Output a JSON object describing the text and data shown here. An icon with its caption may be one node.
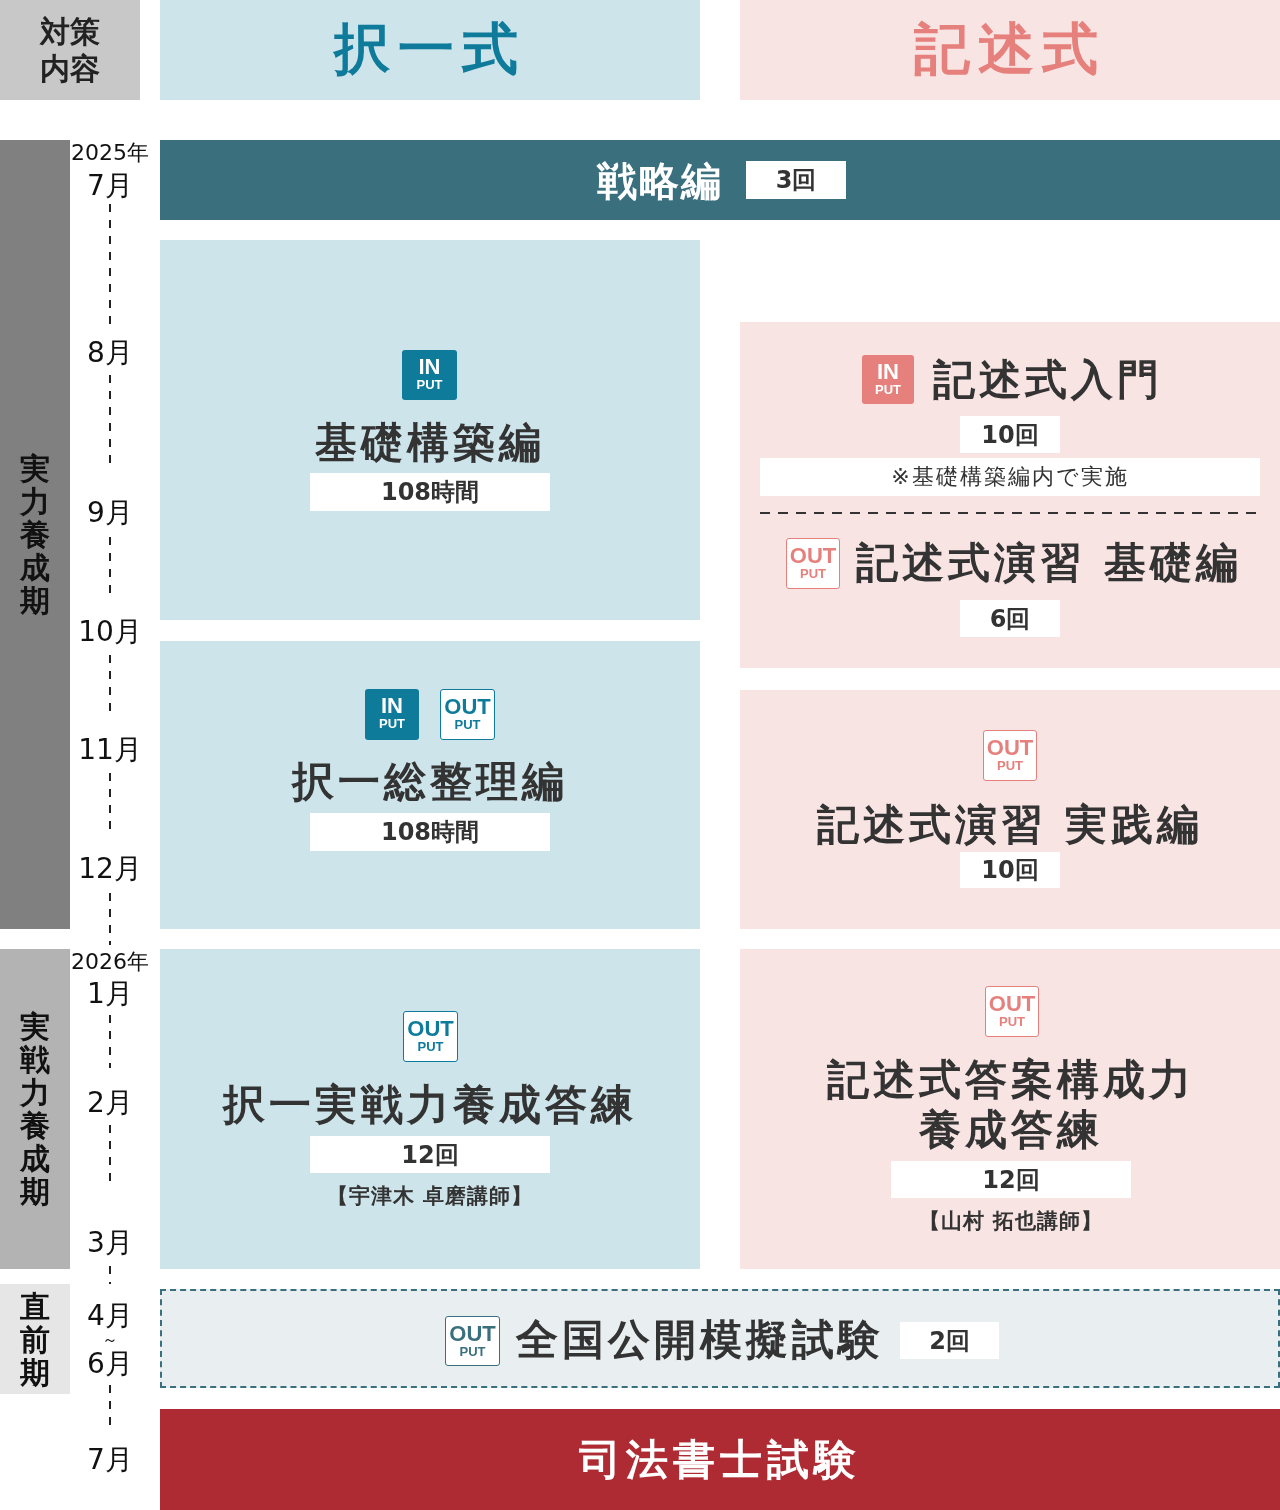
{
  "diagram": {
    "nodes": [
      {
        "text": [
          "対策内容"
        ]
      },
      {
        "text": [
          "択一式"
        ]
      },
      {
        "text": [
          "記述式"
        ]
      },
      {
        "text": [
          "実力養成期"
        ]
      },
      {
        "text": [
          "戦略編"
        ]
      },
      {
        "text": [
          "3回"
        ],
        "in": 4
      },
      {
        "text": [
          "基礎構築編"
        ]
      },
      {
        "text": [
          "IN PUT"
        ],
        "in": 6
      },
      {
        "text": [
          "108時間"
        ],
        "in": 6
      },
      {
        "text": [
          "記述式入門",
          "記述式演習 基礎編"
        ]
      },
      {
        "text": [
          "IN PUT"
        ],
        "in": 9
      },
      {
        "text": [
          "10回"
        ],
        "in": 9
      },
      {
        "text": [
          "※基礎構築編内で実施"
        ],
        "in": 9
      },
      {
        "text": [
          "OUT PUT"
        ],
        "in": 9
      },
      {
        "text": [
          "6回"
        ],
        "in": 9
      },
      {
        "text": [
          "択一総整理編"
        ]
      },
      {
        "text": [
          "IN PUT"
        ],
        "in": 15
      },
      {
        "text": [
          "OUT PUT"
        ],
        "in": 15
      },
      {
        "text": [
          "108時間"
        ],
        "in": 15
      },
      {
        "text": [
          "記述式演習 実践編"
        ]
      },
      {
        "text": [
          "OUT PUT"
        ],
        "in": 19
      },
      {
        "text": [
          "10回"
        ],
        "in": 19
      },
      {
        "text": [
          "実戦力養成期"
        ]
      },
      {
        "text": [
          "択一実戦力養成答練",
          "【宇津木 卓磨講師】"
        ]
      },
      {
        "text": [
          "OUT PUT"
        ],
        "in": 23
      },
      {
        "text": [
          "12回"
        ],
        "in": 23
      },
      {
        "text": [
          "記述式答案構成力養成答練",
          "【山村 拓也講師】"
        ]
      },
      {
        "text": [
          "OUT PUT"
        ],
        "in": 26
      },
      {
        "text": [
          "12回"
        ],
        "in": 26
      },
      {
        "text": [
          "直前期"
        ]
      },
      {
        "text": [
          "全国公開模擬試験"
        ]
      },
      {
        "text": [
          "OUT PUT"
        ],
        "in": 30
      },
      {
        "text": [
          "2回"
        ],
        "in": 30
      },
      {
        "text": [
          "司法書士試験"
        ]
      }
    ],
    "labels": [
      "2025年",
      "7月",
      "8月",
      "9月",
      "10月",
      "11月",
      "12月",
      "2026年",
      "1月",
      "2月",
      "3月",
      "4月",
      "～",
      "6月",
      "7月"
    ]
  }
}
